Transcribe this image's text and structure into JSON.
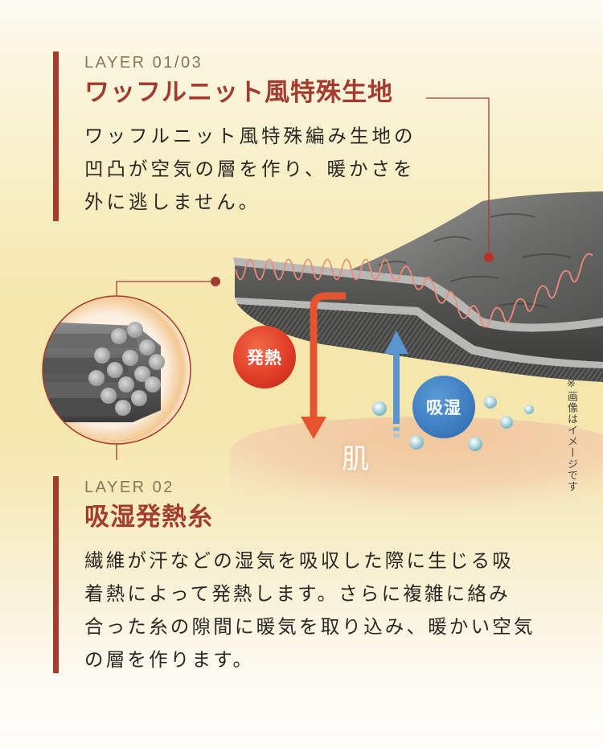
{
  "layer1": {
    "label": "LAYER 01/03",
    "title": "ワッフルニット風特殊生地",
    "description_lines": [
      "ワッフルニット風特殊編み生地の",
      "凹凸が空気の層を作り、暖かさを",
      "外に逃しません。"
    ]
  },
  "layer2": {
    "label": "LAYER 02",
    "title": "吸湿発熱糸",
    "description_lines": [
      "繊維が汗などの湿気を吸収した際に生じる吸",
      "着熱によって発熱します。さらに複雑に絡み",
      "合った糸の隙間に暖気を取り込み、暖かい空気",
      "の層を作ります。"
    ]
  },
  "diagram": {
    "heat_badge": "発熱",
    "moisture_badge": "吸湿",
    "skin_label": "肌",
    "note": "※画像はイメージです"
  },
  "colors": {
    "accent_red": "#a33c2f",
    "label_brown": "#8b7558",
    "heat_red": "#e5492f",
    "moisture_blue": "#3f7fc2",
    "background_cream": "#f5e7ad",
    "skin_peach": "#f0c9a0"
  },
  "icons": [
    "fabric-layers-illustration",
    "fiber-bundle-illustration",
    "heat-arrow-icon",
    "moisture-arrow-icon",
    "water-droplet-icon"
  ]
}
